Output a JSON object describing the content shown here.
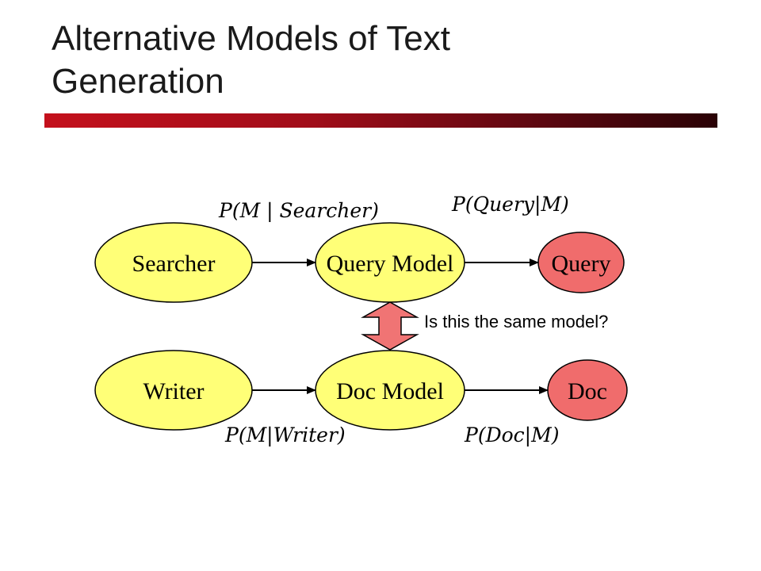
{
  "title": {
    "line1": "Alternative Models of Text",
    "line2": "Generation"
  },
  "nodes": {
    "searcher": "Searcher",
    "query_model": "Query Model",
    "query": "Query",
    "writer": "Writer",
    "doc_model": "Doc Model",
    "doc": "Doc"
  },
  "formulas": {
    "m_given_searcher": "P(M | Searcher)",
    "query_given_m": "P(Query|M)",
    "m_given_writer": "P(M|Writer)",
    "doc_given_m": "P(Doc|M)"
  },
  "question": "Is this the same model?",
  "colors": {
    "model_fill": "#ffff77",
    "observation_fill": "#f06c6c",
    "compare_arrow_fill": "#f07474",
    "title_rule": "#b01020"
  }
}
